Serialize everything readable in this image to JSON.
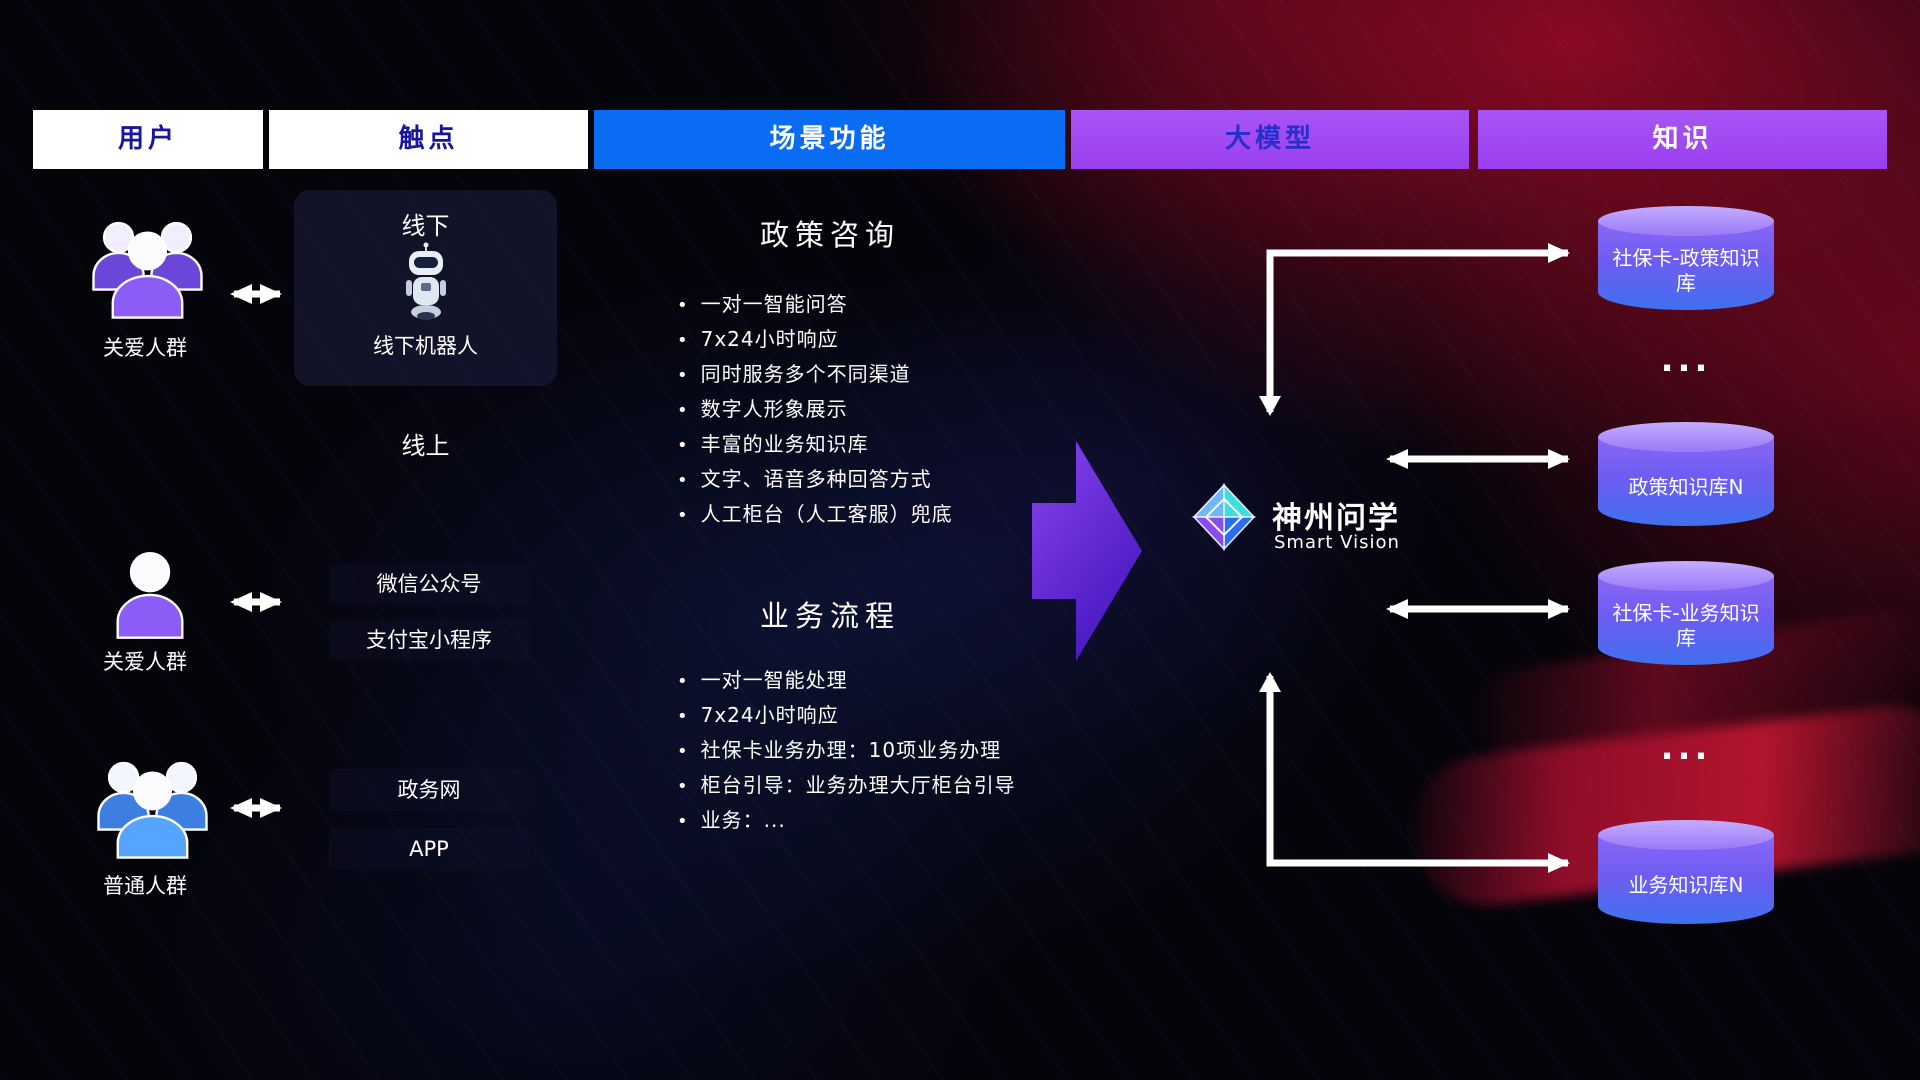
{
  "header": {
    "columns": [
      {
        "label": "用户"
      },
      {
        "label": "触点"
      },
      {
        "label": "场景功能"
      },
      {
        "label": "大模型"
      },
      {
        "label": "知识"
      }
    ]
  },
  "users": [
    {
      "label": "关爱人群",
      "icon": "group-people-purple"
    },
    {
      "label": "关爱人群",
      "icon": "single-person-purple"
    },
    {
      "label": "普通人群",
      "icon": "group-people-blue"
    }
  ],
  "touchpoints": {
    "offline_title": "线下",
    "offline_robot_label": "线下机器人",
    "online_title": "线上",
    "wechat": "微信公众号",
    "alipay": "支付宝小程序",
    "gov": "政务网",
    "app": "APP"
  },
  "scenario": {
    "policy": {
      "title": "政策咨询",
      "bullets": [
        "一对一智能问答",
        "7x24小时响应",
        "同时服务多个不同渠道",
        "数字人形象展示",
        "丰富的业务知识库",
        "文字、语音多种回答方式",
        "人工柜台（人工客服）兜底"
      ]
    },
    "business": {
      "title": "业务流程",
      "bullets": [
        "一对一智能处理",
        "7x24小时响应",
        "社保卡业务办理：10项业务办理",
        "柜台引导：业务办理大厅柜台引导",
        "业务：..."
      ]
    }
  },
  "model": {
    "name": "神州问学",
    "subtitle": "Smart Vision"
  },
  "knowledge": {
    "ellipsis": "...",
    "databases": [
      {
        "label": "社保卡-政策知识库"
      },
      {
        "label": "政策知识库N"
      },
      {
        "label": "社保卡-业务知识库"
      },
      {
        "label": "业务知识库N"
      }
    ]
  },
  "colors": {
    "scenario_header_bg": "#0a6cf2",
    "model_header_bg": "#a04ef2",
    "header_text_dark": "#15159e",
    "db_top": "#b39bfa",
    "db_body_top": "#8465f5",
    "db_body_bottom": "#3f6ef0",
    "connector": "#ffffff",
    "flow_arrow": "#6d2ef0",
    "bg_red": "#960a26",
    "bg_base": "#04040a"
  }
}
